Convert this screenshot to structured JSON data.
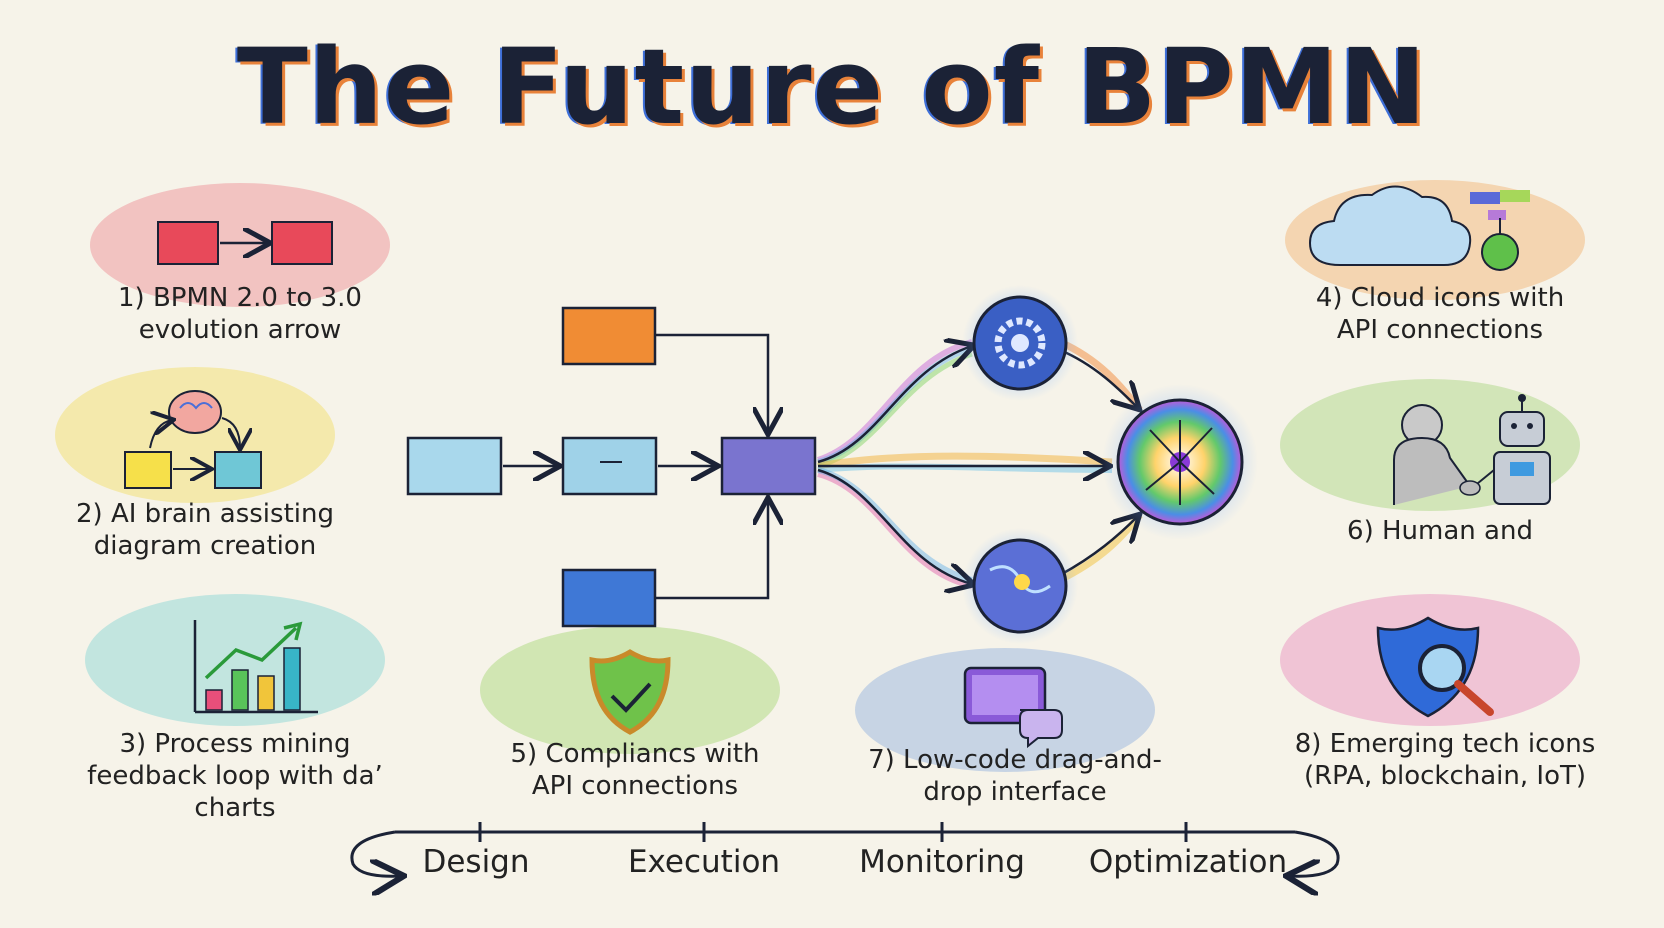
{
  "title": "The Future of BPMN",
  "items": [
    {
      "id": "1",
      "text_lines": [
        "1) BPMN 2.0 to 3.0",
        "evolution arrow"
      ],
      "color": "#e8495a"
    },
    {
      "id": "2",
      "text_lines": [
        "2) AI brain assisting",
        "diagram creation"
      ],
      "color": "#f2d94a"
    },
    {
      "id": "3",
      "text_lines": [
        "3) Process mining",
        "feedback loop with da’",
        "charts"
      ],
      "color": "#49c6c9"
    },
    {
      "id": "4",
      "text_lines": [
        "4) Cloud icons with",
        "API connections"
      ],
      "color": "#f0963c"
    },
    {
      "id": "5",
      "text_lines": [
        "5) Compliancs with",
        "API connections"
      ],
      "color": "#84c940"
    },
    {
      "id": "6",
      "text_lines": [
        "6) Human and"
      ],
      "color": "#7fc84a"
    },
    {
      "id": "7",
      "text_lines": [
        "7) Low-code drag-and-",
        "drop interface"
      ],
      "color": "#4f86d8"
    },
    {
      "id": "8",
      "text_lines": [
        "8) Emerging tech icons",
        "(RPA, blockchain, IoT)"
      ],
      "color": "#e05aa8"
    }
  ],
  "lifecycle": [
    "Design",
    "Execution",
    "Monitoring",
    "Optimization"
  ],
  "colors": {
    "ink": "#1b2236",
    "title_shadow_orange": "#e8823a",
    "title_shadow_blue": "#3e6fd8",
    "box_orange": "#f08c34",
    "box_lightblue": "#9fd2e8",
    "box_blue": "#3f78d6",
    "box_purple": "#7a74cf"
  },
  "icons": [
    "arrow-icon",
    "brain-icon",
    "bar-chart-icon",
    "cloud-icon",
    "shield-check-icon",
    "handshake-robot-icon",
    "tablet-chat-icon",
    "shield-magnifier-icon",
    "gear-icon",
    "globe-icon",
    "neural-network-icon"
  ]
}
